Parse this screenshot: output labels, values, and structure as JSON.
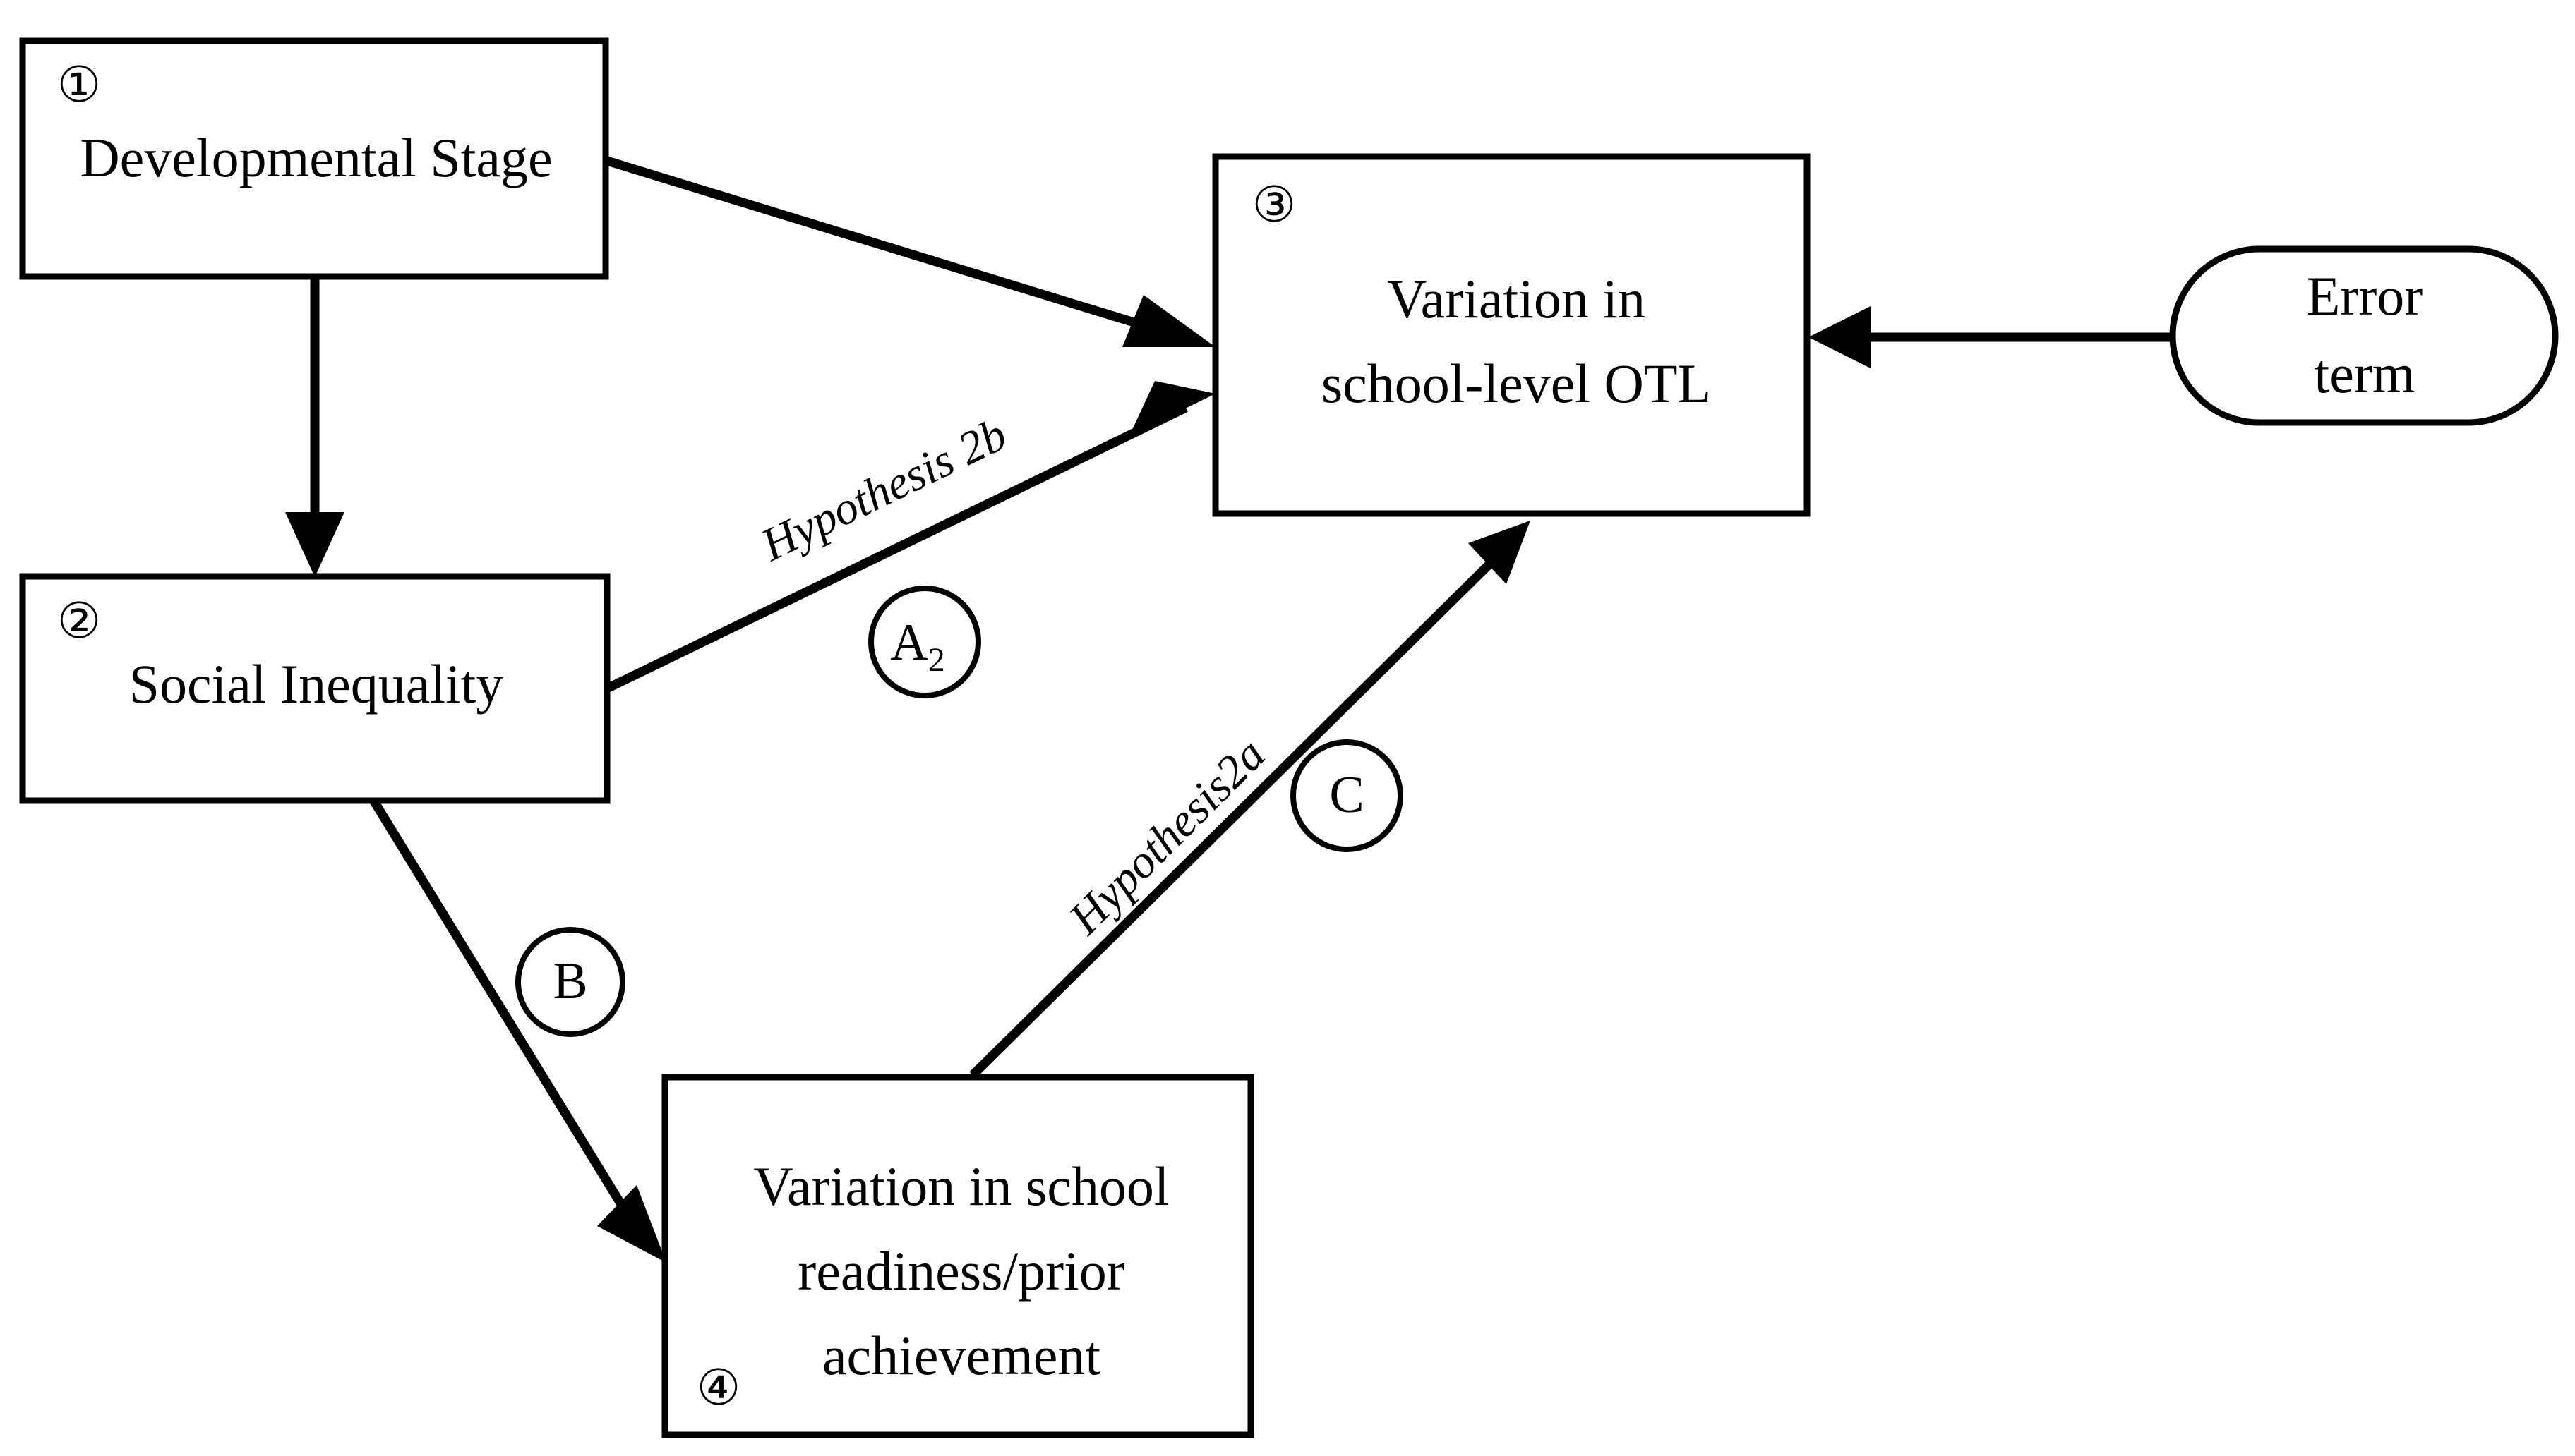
{
  "diagram": {
    "type": "path-model-diagram",
    "background_color": "#ffffff",
    "stroke_color": "#000000",
    "nodes": [
      {
        "id": "node1",
        "number": "①",
        "number_position": "top-left",
        "shape": "rectangle",
        "lines": [
          "Developmental  Stage"
        ]
      },
      {
        "id": "node2",
        "number": "②",
        "number_position": "top-left",
        "shape": "rectangle",
        "lines": [
          "Social Inequality"
        ]
      },
      {
        "id": "node3",
        "number": "③",
        "number_position": "top-left",
        "shape": "rectangle",
        "lines": [
          "Variation in",
          "school-level OTL"
        ]
      },
      {
        "id": "node4",
        "number": "④",
        "number_position": "bottom-left",
        "shape": "rectangle",
        "lines": [
          "Variation in school",
          "readiness/prior",
          "achievement"
        ]
      },
      {
        "id": "error",
        "number": "",
        "number_position": "none",
        "shape": "stadium",
        "lines": [
          "Error",
          "term"
        ]
      }
    ],
    "edges": [
      {
        "id": "e1",
        "from": "node1",
        "to": "node3",
        "label": "",
        "marker": ""
      },
      {
        "id": "e2",
        "from": "node1",
        "to": "node2",
        "label": "",
        "marker": ""
      },
      {
        "id": "e3",
        "from": "node2",
        "to": "node3",
        "label": "Hypothesis 2b",
        "marker": "A",
        "marker_sub": "2"
      },
      {
        "id": "e4",
        "from": "node2",
        "to": "node4",
        "label": "",
        "marker": "B",
        "marker_sub": ""
      },
      {
        "id": "e5",
        "from": "node4",
        "to": "node3",
        "label": "Hypothesis2a",
        "marker": "C",
        "marker_sub": ""
      },
      {
        "id": "e6",
        "from": "error",
        "to": "node3",
        "label": "",
        "marker": ""
      }
    ]
  }
}
